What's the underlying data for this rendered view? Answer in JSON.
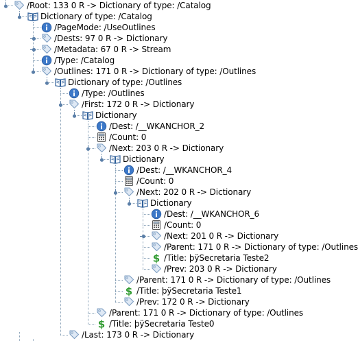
{
  "tree": {
    "nodes": [
      {
        "level": 0,
        "icon": "tag-icon",
        "label": "/Root: 133 0 R -> Dictionary of type: /Catalog",
        "handle": "expanded"
      },
      {
        "level": 1,
        "icon": "book-icon",
        "label": "Dictionary of type: /Catalog",
        "handle": "expanded"
      },
      {
        "level": 2,
        "icon": "info-icon",
        "label": "/PageMode: /UseOutlines",
        "handle": "none"
      },
      {
        "level": 2,
        "icon": "tag-icon",
        "label": "/Dests: 97 0 R -> Dictionary",
        "handle": "collapsed"
      },
      {
        "level": 2,
        "icon": "tag-icon",
        "label": "/Metadata: 67 0 R -> Stream",
        "handle": "collapsed"
      },
      {
        "level": 2,
        "icon": "info-icon",
        "label": "/Type: /Catalog",
        "handle": "none"
      },
      {
        "level": 2,
        "icon": "tag-icon",
        "label": "/Outlines: 171 0 R -> Dictionary of type: /Outlines",
        "handle": "expanded"
      },
      {
        "level": 3,
        "icon": "book-icon",
        "label": "Dictionary of type: /Outlines",
        "handle": "expanded"
      },
      {
        "level": 4,
        "icon": "info-icon",
        "label": "/Type: /Outlines",
        "handle": "none"
      },
      {
        "level": 4,
        "icon": "tag-icon",
        "label": "/First: 172 0 R -> Dictionary",
        "handle": "expanded"
      },
      {
        "level": 5,
        "icon": "book-icon",
        "label": "Dictionary",
        "handle": "expanded"
      },
      {
        "level": 6,
        "icon": "info-icon",
        "label": "/Dest: /__WKANCHOR_2",
        "handle": "none"
      },
      {
        "level": 6,
        "icon": "calculator-icon",
        "label": "/Count: 0",
        "handle": "none"
      },
      {
        "level": 6,
        "icon": "tag-icon",
        "label": "/Next: 203 0 R -> Dictionary",
        "handle": "expanded"
      },
      {
        "level": 7,
        "icon": "book-icon",
        "label": "Dictionary",
        "handle": "expanded"
      },
      {
        "level": 8,
        "icon": "info-icon",
        "label": "/Dest: /__WKANCHOR_4",
        "handle": "none"
      },
      {
        "level": 8,
        "icon": "calculator-icon",
        "label": "/Count: 0",
        "handle": "none"
      },
      {
        "level": 8,
        "icon": "tag-icon",
        "label": "/Next: 202 0 R -> Dictionary",
        "handle": "expanded"
      },
      {
        "level": 9,
        "icon": "book-icon",
        "label": "Dictionary",
        "handle": "expanded"
      },
      {
        "level": 10,
        "icon": "info-icon",
        "label": "/Dest: /__WKANCHOR_6",
        "handle": "none"
      },
      {
        "level": 10,
        "icon": "calculator-icon",
        "label": "/Count: 0",
        "handle": "none"
      },
      {
        "level": 10,
        "icon": "tag-icon",
        "label": "/Next: 201 0 R -> Dictionary",
        "handle": "collapsed"
      },
      {
        "level": 10,
        "icon": "tag-icon",
        "label": "/Parent: 171 0 R -> Dictionary of type: /Outlines",
        "handle": "none"
      },
      {
        "level": 10,
        "icon": "dollar-icon",
        "label": "/Title: þÿSecretaria Teste2",
        "handle": "none"
      },
      {
        "level": 10,
        "icon": "tag-icon",
        "label": "/Prev: 203 0 R -> Dictionary",
        "handle": "none"
      },
      {
        "level": 8,
        "icon": "tag-icon",
        "label": "/Parent: 171 0 R -> Dictionary of type: /Outlines",
        "handle": "none"
      },
      {
        "level": 8,
        "icon": "dollar-icon",
        "label": "/Title: þÿSecretaria Teste1",
        "handle": "none"
      },
      {
        "level": 8,
        "icon": "tag-icon",
        "label": "/Prev: 172 0 R -> Dictionary",
        "handle": "none"
      },
      {
        "level": 6,
        "icon": "tag-icon",
        "label": "/Parent: 171 0 R -> Dictionary of type: /Outlines",
        "handle": "none"
      },
      {
        "level": 6,
        "icon": "dollar-icon",
        "label": "/Title: þÿSecretaria Teste0",
        "handle": "none"
      },
      {
        "level": 4,
        "icon": "tag-icon",
        "label": "/Last: 173 0 R -> Dictionary",
        "handle": "none"
      }
    ]
  },
  "colors": {
    "tag": "#7d9ec2",
    "book": "#2e5f9a",
    "info": "#3c78c8",
    "calculator": "#5a5a5a",
    "dollar": "#2f9a2f",
    "handle": "#5b7fa8",
    "connector": "#8aa2b8"
  }
}
